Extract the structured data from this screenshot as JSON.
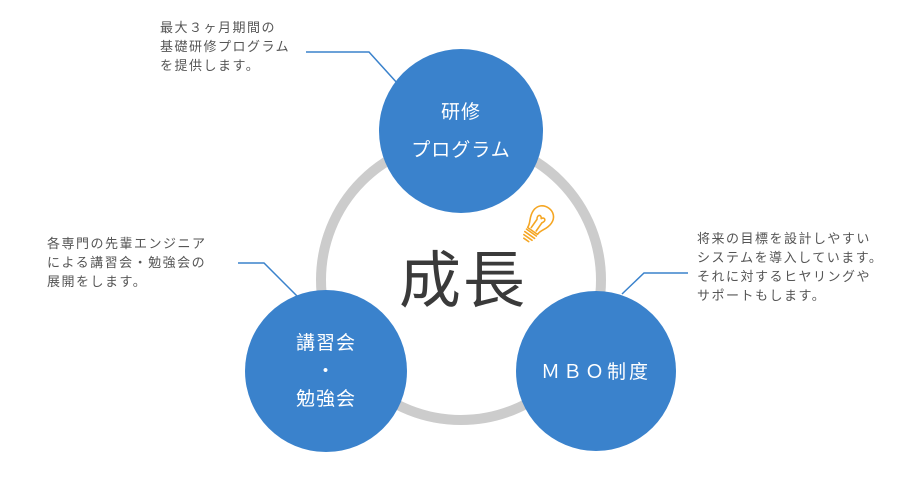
{
  "diagram": {
    "title": "成長",
    "colors": {
      "node_fill": "#3a82cc",
      "ring": "#cccccc",
      "connector": "#3a82cc",
      "note_text": "#555555",
      "center_text": "#3a3a3a",
      "bulb": "#f5a623"
    },
    "center_icon": "lightbulb-icon",
    "nodes": [
      {
        "id": "training",
        "lines": [
          "研修",
          "プログラム"
        ],
        "note_lines": [
          "最大３ヶ月期間の",
          "基礎研修プログラム",
          "を提供します。"
        ]
      },
      {
        "id": "study",
        "lines": [
          "講習会",
          "・",
          "勉強会"
        ],
        "note_lines": [
          "各専門の先輩エンジニア",
          "による講習会・勉強会の",
          "展開をします。"
        ]
      },
      {
        "id": "mbo",
        "lines": [
          "ＭＢＯ制度"
        ],
        "note_lines": [
          "将来の目標を設計しやすい",
          "システムを導入しています。",
          "それに対するヒヤリングや",
          "サポートもします。"
        ]
      }
    ]
  }
}
